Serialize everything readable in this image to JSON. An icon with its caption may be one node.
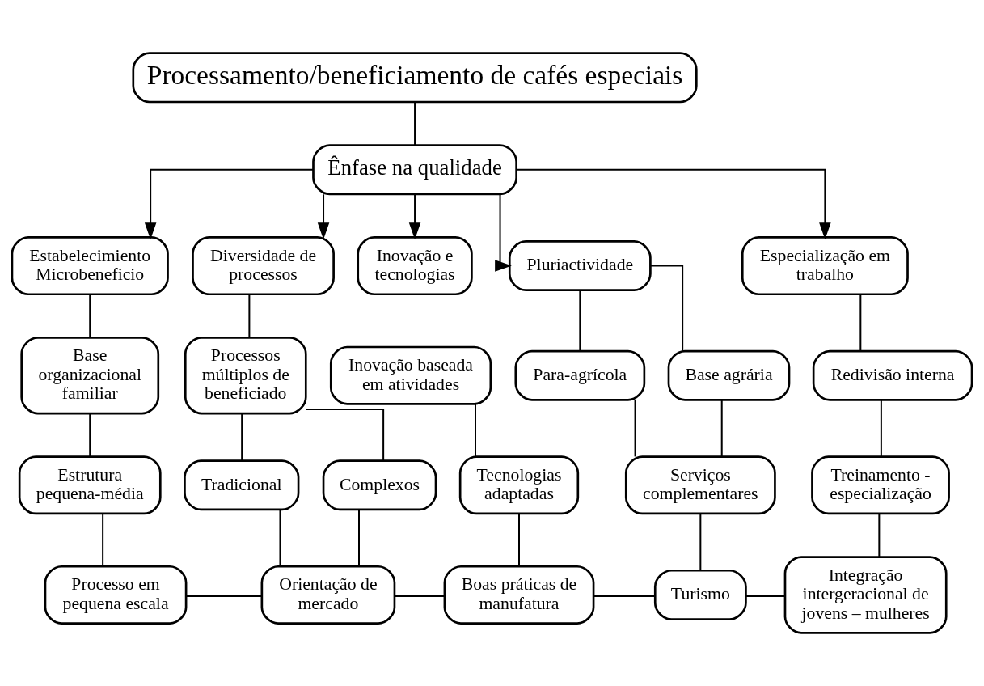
{
  "diagram": {
    "nodes": [
      {
        "text": [
          "Processamento/beneficiamento de cafés especiais"
        ]
      },
      {
        "text": [
          "Ênfase na qualidade"
        ]
      },
      {
        "text": [
          "Estabelecimiento Microbeneficio"
        ]
      },
      {
        "text": [
          "Diversidade de processos"
        ]
      },
      {
        "text": [
          "Inovação e tecnologias"
        ]
      },
      {
        "text": [
          "Pluriactividade"
        ]
      },
      {
        "text": [
          "Especialização em trabalho"
        ]
      },
      {
        "text": [
          "Base organizacional familiar"
        ]
      },
      {
        "text": [
          "Processos múltiplos de beneficiado"
        ]
      },
      {
        "text": [
          "Inovação baseada em atividades"
        ]
      },
      {
        "text": [
          "Para-agrícola"
        ]
      },
      {
        "text": [
          "Base agrária"
        ]
      },
      {
        "text": [
          "Redivisão interna"
        ]
      },
      {
        "text": [
          "Estrutura pequena-média"
        ]
      },
      {
        "text": [
          "Tradicional"
        ]
      },
      {
        "text": [
          "Complexos"
        ]
      },
      {
        "text": [
          "Tecnologias adaptadas"
        ]
      },
      {
        "text": [
          "Serviços complementares"
        ]
      },
      {
        "text": [
          "Treinamento - especialização"
        ]
      },
      {
        "text": [
          "Processo em pequena escala"
        ]
      },
      {
        "text": [
          "Orientação de mercado"
        ]
      },
      {
        "text": [
          "Boas práticas de manufatura"
        ]
      },
      {
        "text": [
          "Turismo"
        ]
      },
      {
        "text": [
          "Integração intergeracional de jovens – mulheres"
        ]
      }
    ],
    "edges": [
      {
        "from": 0,
        "to": 1,
        "arrow": "none"
      },
      {
        "from": 1,
        "to": 2,
        "arrow": "to"
      },
      {
        "from": 1,
        "to": 3,
        "arrow": "to"
      },
      {
        "from": 1,
        "to": 4,
        "arrow": "to"
      },
      {
        "from": 1,
        "to": 5,
        "arrow": "to"
      },
      {
        "from": 1,
        "to": 6,
        "arrow": "to"
      },
      {
        "from": 2,
        "to": 7,
        "arrow": "none"
      },
      {
        "from": 3,
        "to": 8,
        "arrow": "none"
      },
      {
        "from": 5,
        "to": 10,
        "arrow": "none"
      },
      {
        "from": 5,
        "to": 11,
        "arrow": "none"
      },
      {
        "from": 6,
        "to": 12,
        "arrow": "none"
      },
      {
        "from": 7,
        "to": 13,
        "arrow": "none"
      },
      {
        "from": 8,
        "to": 14,
        "arrow": "none"
      },
      {
        "from": 8,
        "to": 15,
        "arrow": "none"
      },
      {
        "from": 9,
        "to": 16,
        "arrow": "none"
      },
      {
        "from": 10,
        "to": 17,
        "arrow": "none"
      },
      {
        "from": 11,
        "to": 17,
        "arrow": "none"
      },
      {
        "from": 12,
        "to": 18,
        "arrow": "none"
      },
      {
        "from": 13,
        "to": 19,
        "arrow": "none"
      },
      {
        "from": 14,
        "to": 20,
        "arrow": "none"
      },
      {
        "from": 15,
        "to": 20,
        "arrow": "none"
      },
      {
        "from": 16,
        "to": 21,
        "arrow": "none"
      },
      {
        "from": 17,
        "to": 22,
        "arrow": "none"
      },
      {
        "from": 18,
        "to": 23,
        "arrow": "none"
      },
      {
        "from": 19,
        "to": 20,
        "arrow": "none"
      },
      {
        "from": 20,
        "to": 21,
        "arrow": "none"
      },
      {
        "from": 21,
        "to": 22,
        "arrow": "none"
      },
      {
        "from": 22,
        "to": 23,
        "arrow": "none"
      }
    ]
  }
}
